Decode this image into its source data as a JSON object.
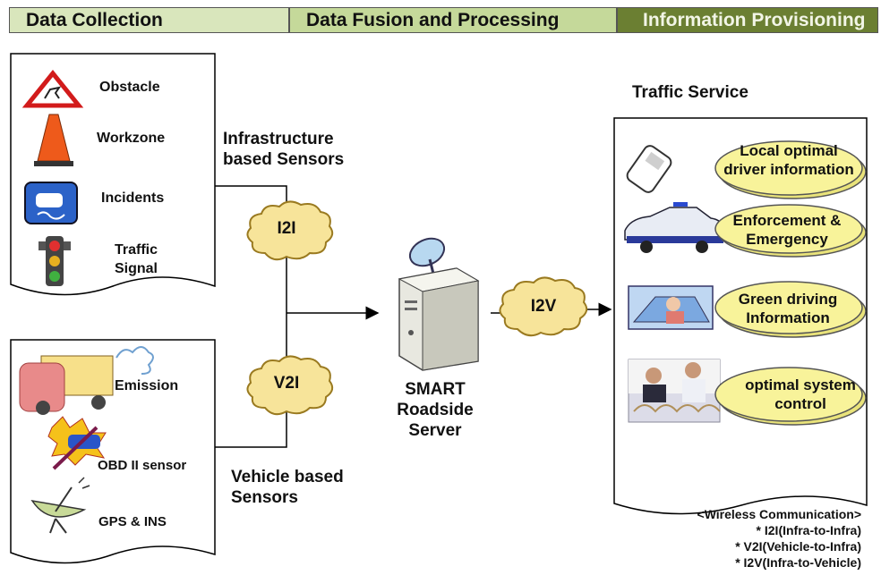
{
  "headers": {
    "data_collection": "Data Collection",
    "data_fusion": "Data Fusion and Processing",
    "info_provisioning": "Information Provisioning"
  },
  "collection": {
    "obstacle": "Obstacle",
    "workzone": "Workzone",
    "incidents": "Incidents",
    "traffic_signal_1": "Traffic",
    "traffic_signal_2": "Signal",
    "emission": "Emission",
    "obd": "OBD II sensor",
    "gps": "GPS & INS"
  },
  "sensors": {
    "infra_1": "Infrastructure",
    "infra_2": "based Sensors",
    "vehicle_1": "Vehicle based",
    "vehicle_2": "Sensors"
  },
  "clouds": {
    "i2i": "I2I",
    "v2i": "V2I",
    "i2v": "I2V"
  },
  "server": {
    "line1": "SMART",
    "line2": "Roadside",
    "line3": "Server"
  },
  "traffic_service": {
    "title": "Traffic Service",
    "items": [
      "Local optimal driver information",
      "Enforcement & Emergency",
      "Green driving Information",
      "optimal system control"
    ]
  },
  "legend": {
    "title": "<Wireless Communication>",
    "l1": "* I2I(Infra-to-Infra)",
    "l2": "* V2I(Vehicle-to-Infra)",
    "l3": "* I2V(Infra-to-Vehicle)"
  }
}
